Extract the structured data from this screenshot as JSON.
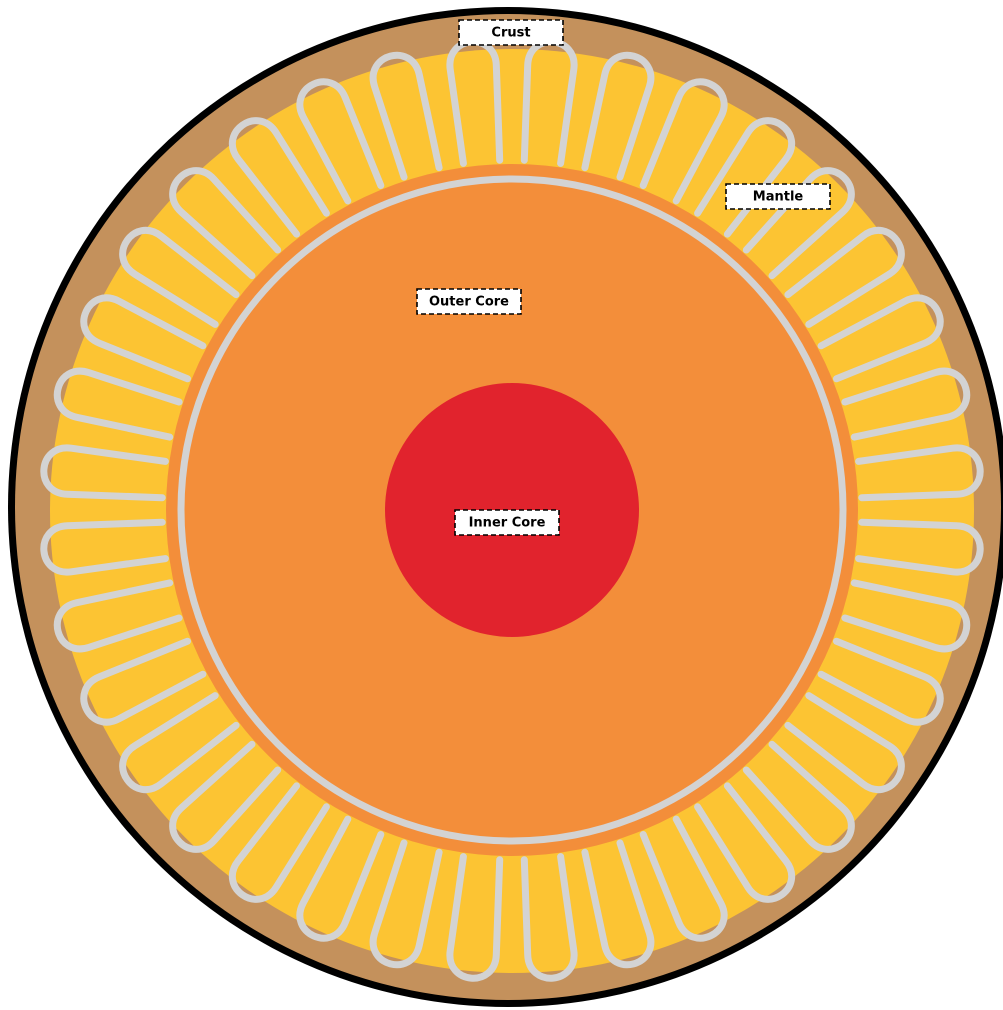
{
  "colors": {
    "outline": "#000000",
    "crust": "#C4915C",
    "mantle": "#FCC433",
    "outer_core": "#F38E3A",
    "inner_core": "#E1232D",
    "convection_loops": "#D3D3D3",
    "label_background": "#ffffff"
  },
  "convection_loop_count": 36,
  "labels": {
    "crust": "Crust",
    "mantle": "Mantle",
    "outer_core": "Outer Core",
    "inner_core": "Inner Core"
  }
}
